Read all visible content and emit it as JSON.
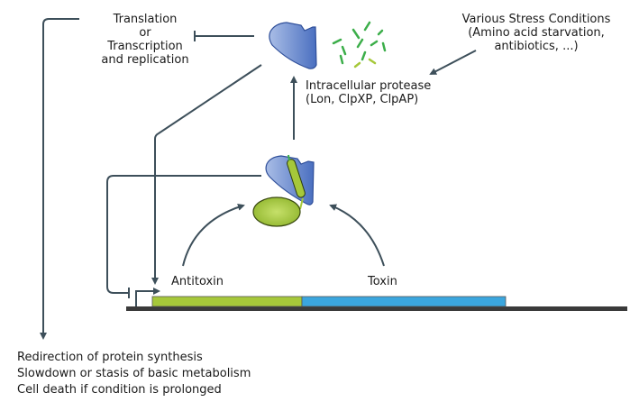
{
  "labels": {
    "translation": [
      "Translation",
      "or",
      "Transcription",
      "and replication"
    ],
    "stress": [
      "Various Stress Conditions",
      "(Amino acid starvation,",
      "antibiotics, ...)"
    ],
    "protease": [
      "Intracellular protease",
      "(Lon, ClpXP, ClpAP)"
    ],
    "antitoxin": "Antitoxin",
    "toxin": "Toxin",
    "outcomes": [
      "Redirection of protein synthesis",
      "Slowdown or stasis of basic metabolism",
      "Cell death if condition is prolonged"
    ]
  },
  "colors": {
    "toxin_protein": "#6a8fd0",
    "antitoxin_protein": "#a6c83a",
    "antitoxin_gene": "#a6c83a",
    "toxin_gene": "#3ba6de",
    "arrow": "#3d4f5a",
    "dna": "#3a3a3a"
  }
}
